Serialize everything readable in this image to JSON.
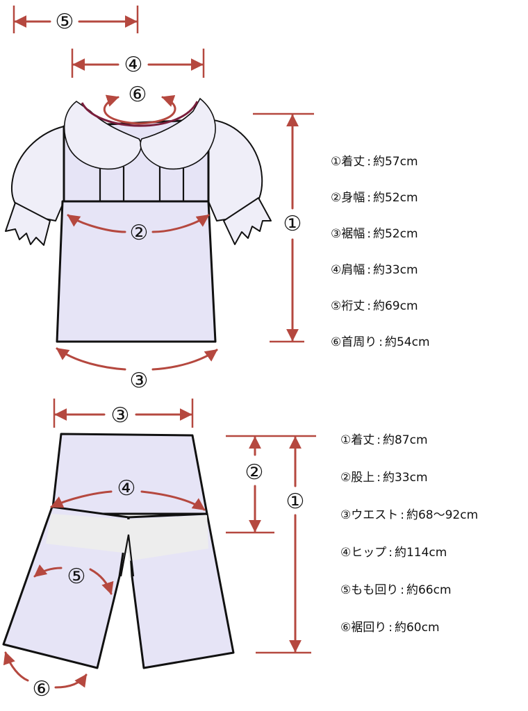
{
  "colors": {
    "arrow": "#B5483F",
    "garment_fill": "#E6E4F6",
    "sleeve_fill": "#EFEEF8",
    "band_fill": "#EDEDED",
    "outline": "#111111",
    "neck_trim": "#7A1E3C"
  },
  "top_diagram": {
    "labels": {
      "sleeve_length": "⑤",
      "shoulder_width": "④",
      "neck": "⑥",
      "chest_width": "②",
      "length": "①",
      "hem_width": "③"
    }
  },
  "top_specs": [
    {
      "label": "①着丈",
      "sep": ":",
      "value": "約57cm"
    },
    {
      "label": "②身幅",
      "sep": ":",
      "value": "約52cm"
    },
    {
      "label": "③裾幅",
      "sep": ":",
      "value": "約52cm"
    },
    {
      "label": "④肩幅",
      "sep": ":",
      "value": "約33cm"
    },
    {
      "label": "⑤裄丈",
      "sep": ":",
      "value": "約69cm"
    },
    {
      "label": "⑥首周り",
      "sep": ":",
      "value": "約54cm"
    }
  ],
  "bottom_diagram": {
    "labels": {
      "waist": "③",
      "rise": "②",
      "length": "①",
      "hip": "④",
      "thigh": "⑤",
      "hem": "⑥"
    }
  },
  "bottom_specs": [
    {
      "label": "①着丈",
      "sep": ":",
      "value": "約87cm"
    },
    {
      "label": "②股上",
      "sep": ":",
      "value": "約33cm"
    },
    {
      "label": "③ウエスト",
      "sep": ":",
      "value": "約68～92cm"
    },
    {
      "label": "④ヒップ",
      "sep": ":",
      "value": "約114cm"
    },
    {
      "label": "⑤もも回り",
      "sep": ":",
      "value": "約66cm"
    },
    {
      "label": "⑥裾回り",
      "sep": ":",
      "value": "約60cm"
    }
  ]
}
